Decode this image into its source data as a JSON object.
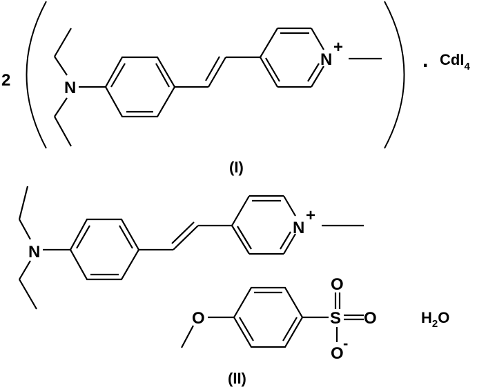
{
  "diagram": {
    "type": "chemical-structure",
    "compound_I": {
      "label": "(I)",
      "stoichiometry": "2",
      "cation": {
        "amine_atom": "N",
        "pyridinium_atom": "N",
        "charge": "+"
      },
      "separator": ".",
      "anion": {
        "formula_main": "CdI",
        "formula_subscript": "4"
      }
    },
    "compound_II": {
      "label": "(II)",
      "cation": {
        "amine_atom": "N",
        "pyridinium_atom": "N",
        "charge": "+"
      },
      "anion": {
        "methoxy_oxygen": "O",
        "sulfur": "S",
        "oxygen_top": "O",
        "oxygen_right": "O",
        "oxygen_bottom": "O",
        "anion_charge": "-"
      },
      "water": {
        "h": "H",
        "subscript": "2",
        "o": "O"
      }
    }
  }
}
